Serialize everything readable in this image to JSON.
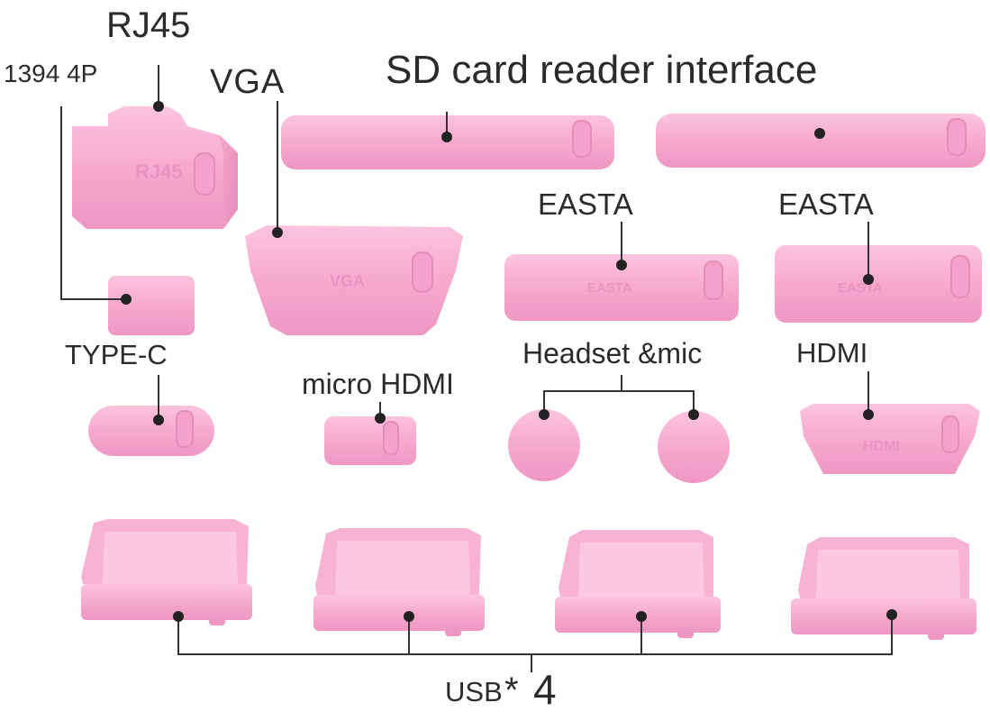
{
  "labels": {
    "rj45": "RJ45",
    "port_1394": "1394 4P",
    "vga": "VGA",
    "sd_card": "SD card reader interface",
    "easta_1": "EASTA",
    "easta_2": "EASTA",
    "type_c": "TYPE-C",
    "micro_hdmi": "micro HDMI",
    "headset_mic": "Headset &mic",
    "hdmi": "HDMI",
    "usb": "USB",
    "usb_multiplier": "*",
    "usb_count": "4"
  },
  "embossed": {
    "rj45": "RJ45",
    "vga": "VGA",
    "easta": "EASTA",
    "hdmi": "HDMI"
  },
  "colors": {
    "plug_fill": "#f7a9cf",
    "plug_shade": "#e98fbb",
    "plug_highlight": "#fcd0e6",
    "pointer_dot": "#222222",
    "leader_line": "#333333",
    "label_text": "#2b2b2b",
    "background": "#ffffff"
  }
}
